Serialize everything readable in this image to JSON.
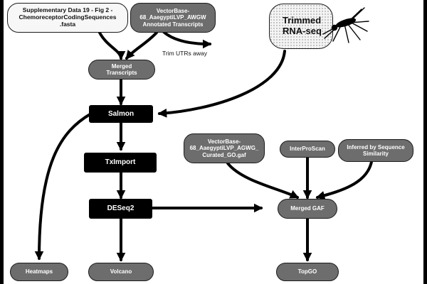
{
  "nodes": {
    "supp_data": {
      "lines": [
        "Supplementary Data 19 - Fig 2 -",
        "ChemoreceptorCodingSequences",
        ".fasta"
      ]
    },
    "vectorbase_transcripts": {
      "lines": [
        "VectorBase-",
        "68_AaegyptiLVP_AWGW",
        "Annotated Transcripts"
      ]
    },
    "trimmed_rnaseq": {
      "lines": [
        "Trimmed",
        "RNA-seq"
      ]
    },
    "merged_transcripts": {
      "lines": [
        "Merged",
        "Transcripts"
      ]
    },
    "salmon": {
      "lines": [
        "Salmon"
      ]
    },
    "tximport": {
      "lines": [
        "TxImport"
      ]
    },
    "deseq2": {
      "lines": [
        "DESeq2"
      ]
    },
    "vectorbase_go": {
      "lines": [
        "VectorBase-",
        "68_AaegyptiLVP_AGWG_",
        "Curated_GO.gaf"
      ]
    },
    "interproscan": {
      "lines": [
        "InterProScan"
      ]
    },
    "inferred_similarity": {
      "lines": [
        "Inferred by Sequence",
        "Similarity"
      ]
    },
    "merged_gaf": {
      "lines": [
        "Merged GAF"
      ]
    },
    "heatmaps": {
      "lines": [
        "Heatmaps"
      ]
    },
    "volcano": {
      "lines": [
        "Volcano"
      ]
    },
    "topgo": {
      "lines": [
        "TopGO"
      ]
    }
  },
  "labels": {
    "trim_utrs": "Trim UTRs away"
  },
  "icons": {
    "mosquito": "mosquito-icon"
  },
  "colors": {
    "background_border": "#000000",
    "canvas": "#ffffff",
    "gray_node": "#6d6d6d",
    "black_node": "#000000",
    "white_node": "#f7f7f7"
  }
}
